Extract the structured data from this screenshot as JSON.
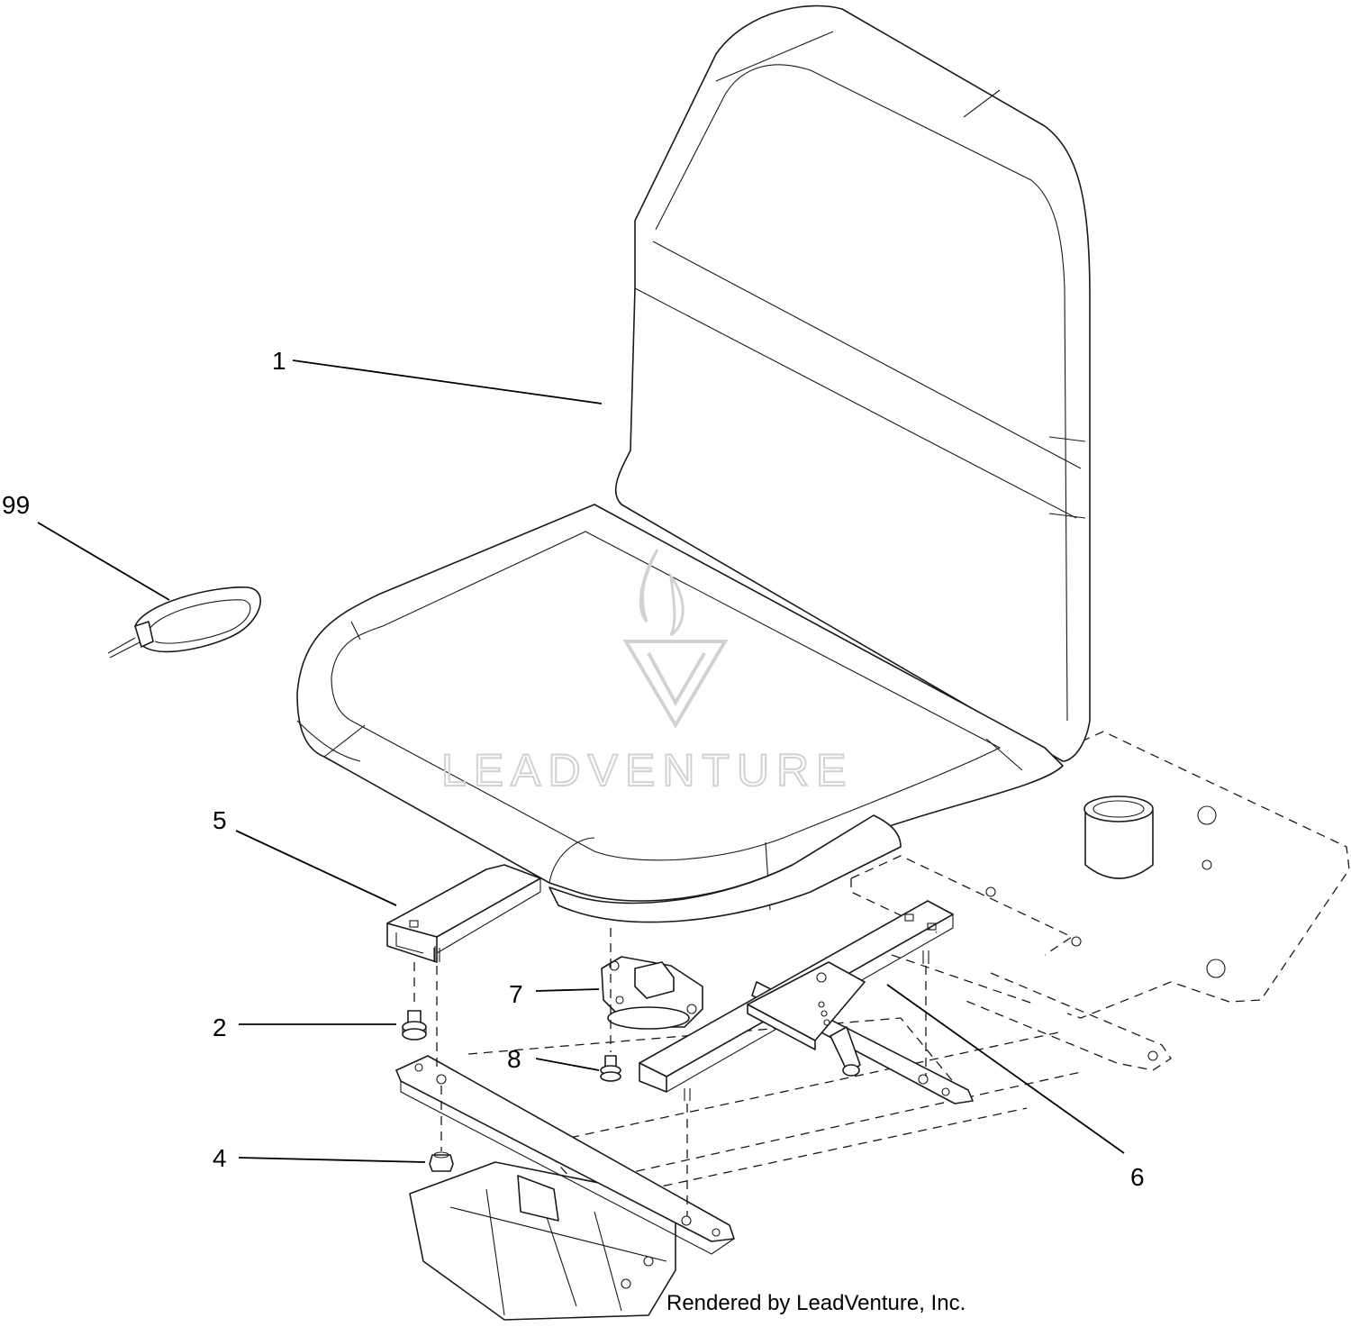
{
  "callouts": [
    {
      "id": "1",
      "label": "1"
    },
    {
      "id": "99",
      "label": "99"
    },
    {
      "id": "5",
      "label": "5"
    },
    {
      "id": "2",
      "label": "2"
    },
    {
      "id": "7",
      "label": "7"
    },
    {
      "id": "8",
      "label": "8"
    },
    {
      "id": "4",
      "label": "4"
    },
    {
      "id": "6",
      "label": "6"
    }
  ],
  "watermark": "LEADVENTURE",
  "credit": "Rendered by LeadVenture, Inc.",
  "colors": {
    "line": "#1a1a1a",
    "watermark": "#d2d2d2",
    "background": "#ffffff"
  }
}
